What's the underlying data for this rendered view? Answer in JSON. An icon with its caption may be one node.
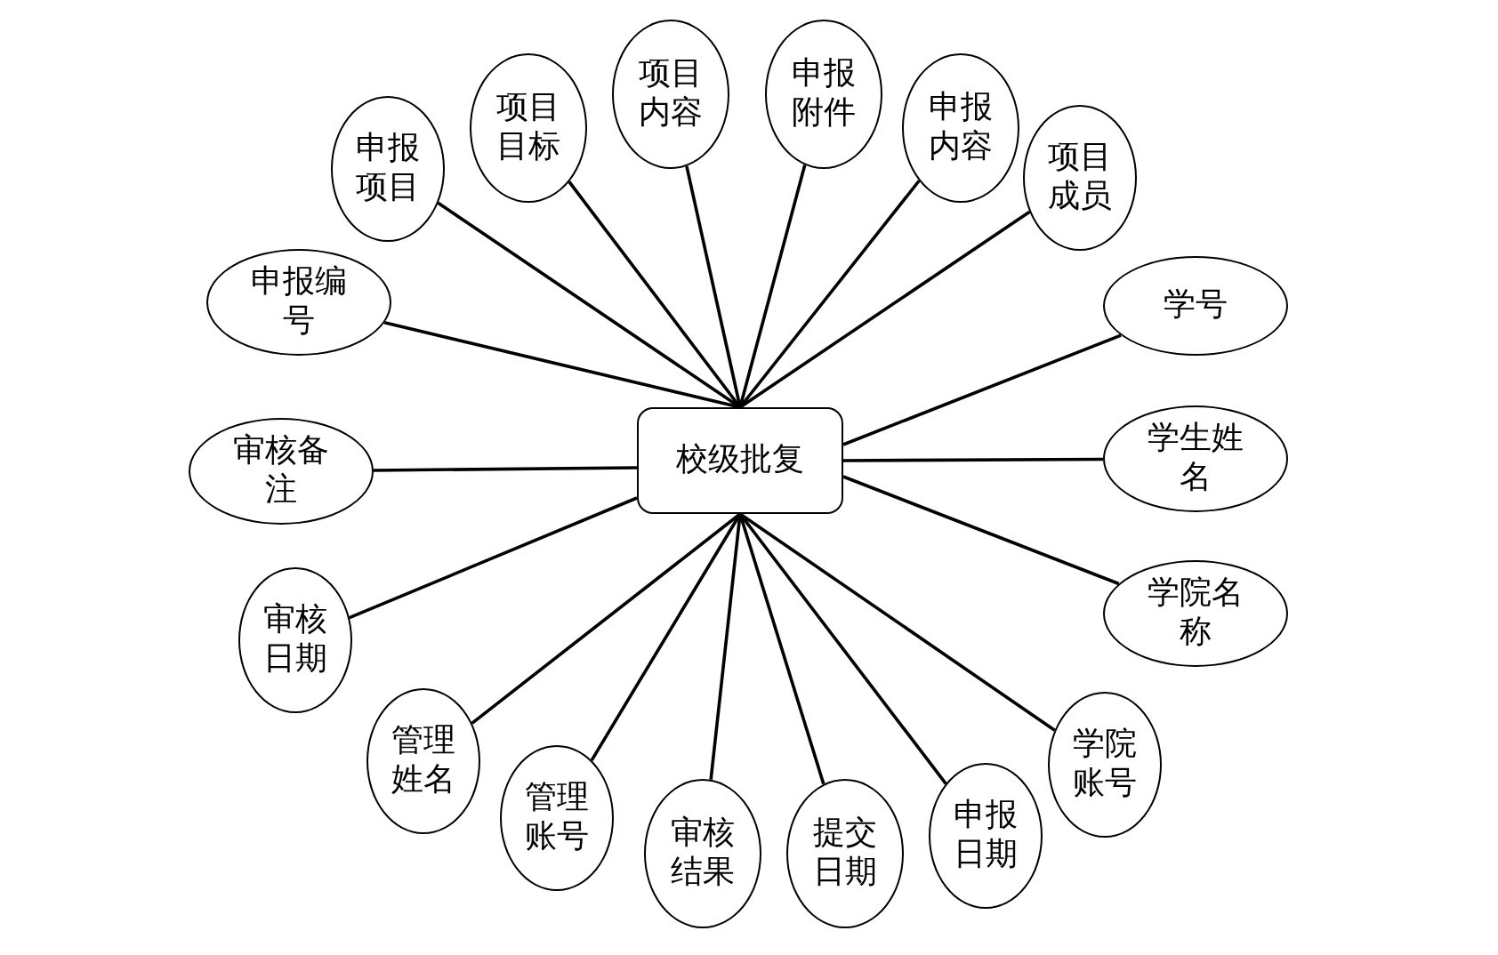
{
  "diagram": {
    "nodes": [
      {
        "text": [
          "校级批复"
        ]
      },
      {
        "text": [
          "申报项目"
        ]
      },
      {
        "text": [
          "项目目标"
        ]
      },
      {
        "text": [
          "项目内容"
        ]
      },
      {
        "text": [
          "申报附件"
        ]
      },
      {
        "text": [
          "申报内容"
        ]
      },
      {
        "text": [
          "项目成员"
        ]
      },
      {
        "text": [
          "学号"
        ]
      },
      {
        "text": [
          "学生姓名"
        ]
      },
      {
        "text": [
          "学院名称"
        ]
      },
      {
        "text": [
          "学院账号"
        ]
      },
      {
        "text": [
          "申报日期"
        ]
      },
      {
        "text": [
          "提交日期"
        ]
      },
      {
        "text": [
          "审核结果"
        ]
      },
      {
        "text": [
          "管理账号"
        ]
      },
      {
        "text": [
          "管理姓名"
        ]
      },
      {
        "text": [
          "审核日期"
        ]
      },
      {
        "text": [
          "审核备注"
        ]
      },
      {
        "text": [
          "申报编号"
        ]
      }
    ],
    "edges": [
      {
        "from": 0,
        "to": 1,
        "arrow": "none"
      },
      {
        "from": 0,
        "to": 2,
        "arrow": "none"
      },
      {
        "from": 0,
        "to": 3,
        "arrow": "none"
      },
      {
        "from": 0,
        "to": 4,
        "arrow": "none"
      },
      {
        "from": 0,
        "to": 5,
        "arrow": "none"
      },
      {
        "from": 0,
        "to": 6,
        "arrow": "none"
      },
      {
        "from": 0,
        "to": 7,
        "arrow": "none"
      },
      {
        "from": 0,
        "to": 8,
        "arrow": "none"
      },
      {
        "from": 0,
        "to": 9,
        "arrow": "none"
      },
      {
        "from": 0,
        "to": 10,
        "arrow": "none"
      },
      {
        "from": 0,
        "to": 11,
        "arrow": "none"
      },
      {
        "from": 0,
        "to": 12,
        "arrow": "none"
      },
      {
        "from": 0,
        "to": 13,
        "arrow": "none"
      },
      {
        "from": 0,
        "to": 14,
        "arrow": "none"
      },
      {
        "from": 0,
        "to": 15,
        "arrow": "none"
      },
      {
        "from": 0,
        "to": 16,
        "arrow": "none"
      },
      {
        "from": 0,
        "to": 17,
        "arrow": "none"
      },
      {
        "from": 0,
        "to": 18,
        "arrow": "none"
      }
    ]
  }
}
